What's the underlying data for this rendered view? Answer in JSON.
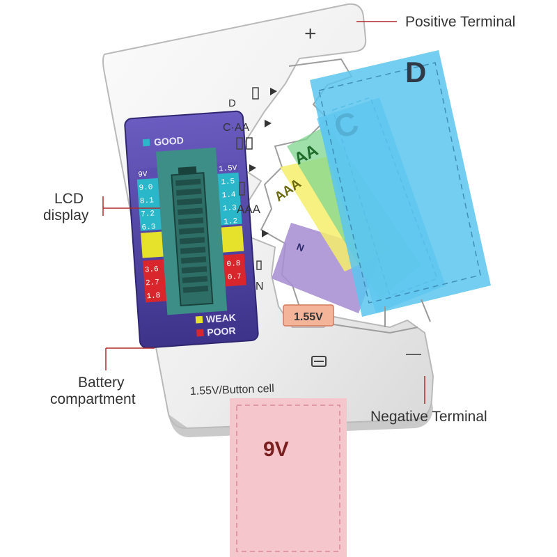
{
  "callouts": {
    "positive": "Positive Terminal",
    "negative": "Negative Terminal",
    "lcd_line1": "LCD",
    "lcd_line2": "display",
    "compartment_line1": "Battery",
    "compartment_line2": "compartment"
  },
  "device": {
    "plus_sign": "+",
    "minus_sign": "—",
    "footer_label": "1.55V/Button cell",
    "voltage_badge": "1.55V",
    "slots": {
      "d": "D",
      "c_aa": "C·AA",
      "aaa": "AAA",
      "n": "N"
    }
  },
  "lcd": {
    "good_label": "GOOD",
    "weak_label": "WEAK",
    "poor_label": "POOR",
    "left_scale": [
      "9V",
      "9.0",
      "8.1",
      "7.2",
      "6.3",
      "",
      "",
      "3.6",
      "2.7",
      "1.8"
    ],
    "right_scale": [
      "1.5V",
      "1.5",
      "1.4",
      "1.3",
      "1.2",
      "",
      "",
      "0.8",
      "0.7",
      ""
    ]
  },
  "batteries": {
    "d": "D",
    "c": "C",
    "aa": "AA",
    "aaa": "AAA",
    "n": "N",
    "nine_volt": "9V"
  },
  "colors": {
    "callout_line": "#b02a2a",
    "lcd_frame": "#4b3f9a",
    "good": "#2ab7c9",
    "weak": "#e6e12a",
    "poor": "#d8262c",
    "battery_d": "#5cc6ef",
    "battery_aa": "#7fd68e",
    "battery_aaa": "#f6ee6c",
    "battery_n": "#a98fd3",
    "battery_9v": "#f6c6cd"
  }
}
